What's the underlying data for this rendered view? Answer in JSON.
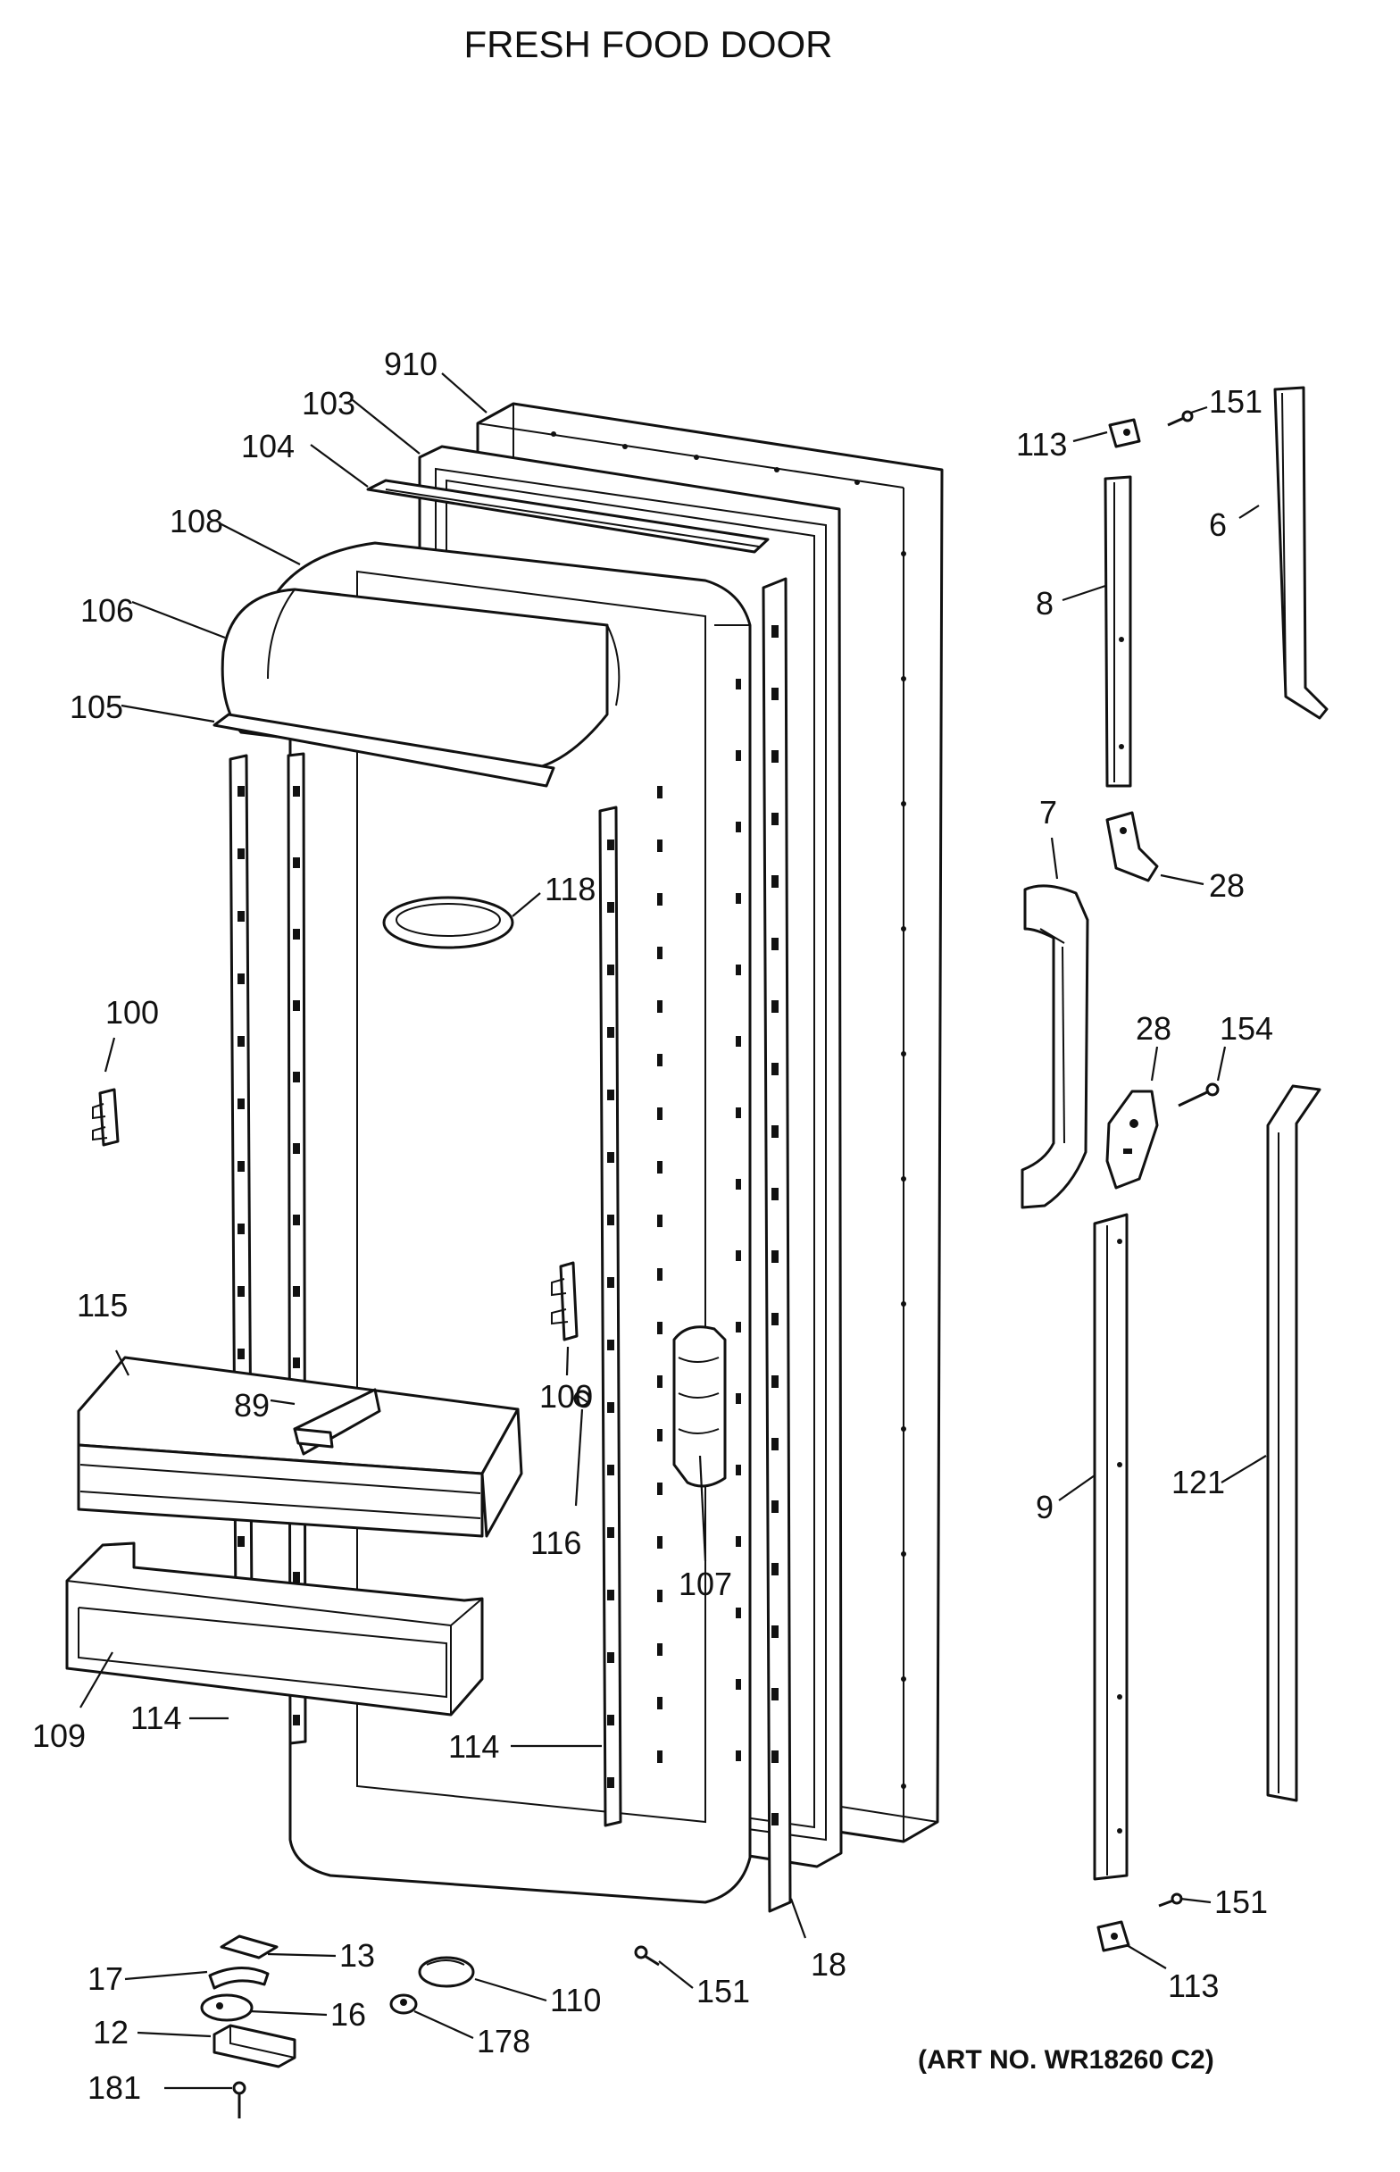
{
  "title": "FRESH FOOD DOOR",
  "art_number": "(ART NO. WR18260 C2)",
  "callouts": {
    "c910": "910",
    "c103": "103",
    "c104": "104",
    "c108": "108",
    "c106": "106",
    "c105": "105",
    "c118": "118",
    "c100a": "100",
    "c100b": "100",
    "c115": "115",
    "c89": "89",
    "c116": "116",
    "c107": "107",
    "c109": "109",
    "c114a": "114",
    "c114b": "114",
    "c18": "18",
    "c13": "13",
    "c17": "17",
    "c16": "16",
    "c12": "12",
    "c181": "181",
    "c110": "110",
    "c178": "178",
    "c151a": "151",
    "c151b": "151",
    "c151c": "151",
    "c113a": "113",
    "c113b": "113",
    "c6": "6",
    "c8": "8",
    "c7": "7",
    "c28a": "28",
    "c28b": "28",
    "c154": "154",
    "c9": "9",
    "c121": "121"
  }
}
